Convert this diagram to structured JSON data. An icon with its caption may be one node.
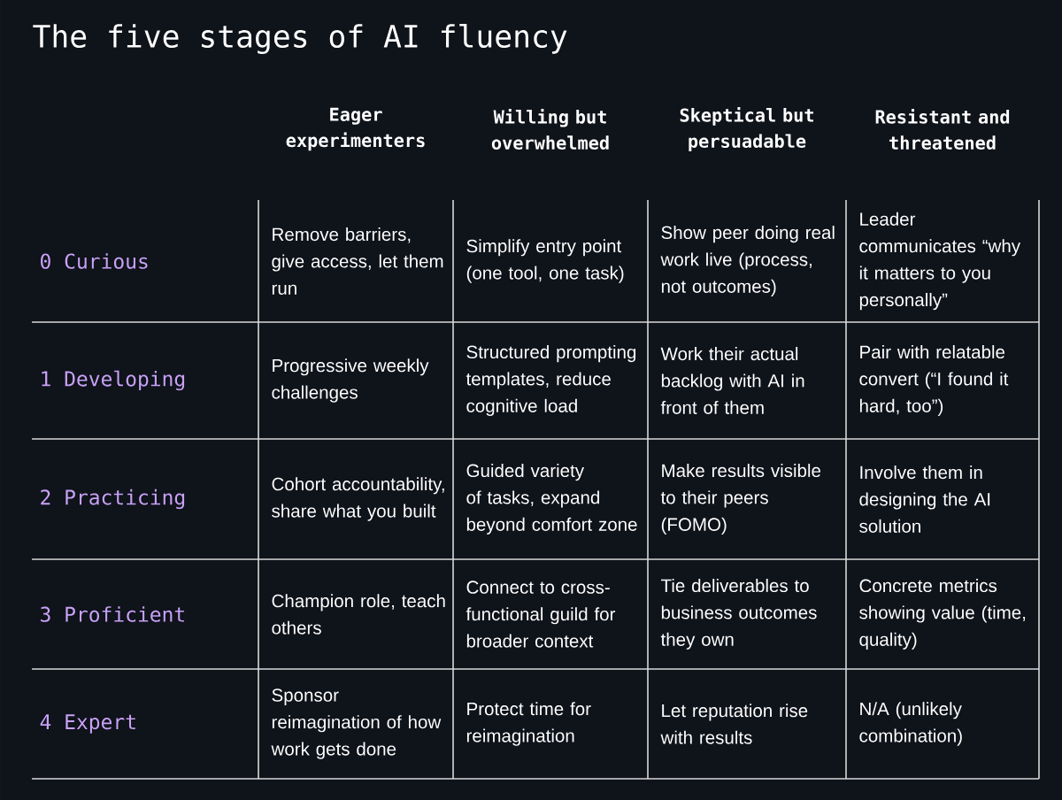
{
  "diagram": {
    "title": "The five stages of AI fluency",
    "labels": [
      "Eager experimenters",
      "Willing but overwhelmed",
      "Skeptical but persuadable",
      "Resistant and threatened",
      "0 Curious",
      "Remove barriers, give access, let them run",
      "Simplify entry point (one tool, one task)",
      "Show peer doing real work live (process, not outcomes)",
      "Leader communicates “why it matters to you personally”",
      "1 Developing",
      "Progressive weekly challenges",
      "Structured prompting templates, reduce cognitive load",
      "Work their actual backlog with AI in front of them",
      "Pair with relatable convert (“I found it hard, too”)",
      "2 Practicing",
      "Cohort accountability, share what you built",
      "Guided variety of tasks, expand beyond comfort zone",
      "Make results visible to their peers (FOMO)",
      "Involve them in designing the AI solution",
      "3 Proficient",
      "Champion role, teach others",
      "Connect to cross-functional guild for broader context",
      "Tie deliverables to business outcomes they own",
      "Concrete metrics showing value (time, quality)",
      "4 Expert",
      "Sponsor reimagination of how work gets done",
      "Protect time for reimagination",
      "Let reputation rise with results",
      "N/A (unlikely combination)"
    ]
  }
}
